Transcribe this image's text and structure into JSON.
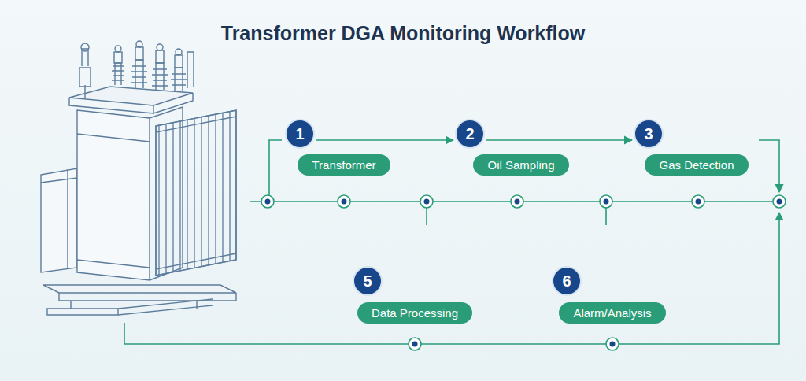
{
  "diagram": {
    "title": "Transformer DGA Monitoring Workflow",
    "nodes": [
      {
        "text": [
          "1"
        ]
      },
      {
        "text": [
          "Transformer"
        ]
      },
      {
        "text": [
          "2"
        ]
      },
      {
        "text": [
          "Oil Sampling"
        ]
      },
      {
        "text": [
          "3"
        ]
      },
      {
        "text": [
          "Gas Detection"
        ]
      },
      {
        "text": [
          "5"
        ]
      },
      {
        "text": [
          "Data Processing"
        ]
      },
      {
        "text": [
          "6"
        ]
      },
      {
        "text": [
          "Alarm/Analysis"
        ]
      }
    ],
    "edges": [
      {
        "from": 0,
        "to": 2,
        "arrow": "to"
      },
      {
        "from": 2,
        "to": 4,
        "arrow": "to"
      }
    ]
  }
}
